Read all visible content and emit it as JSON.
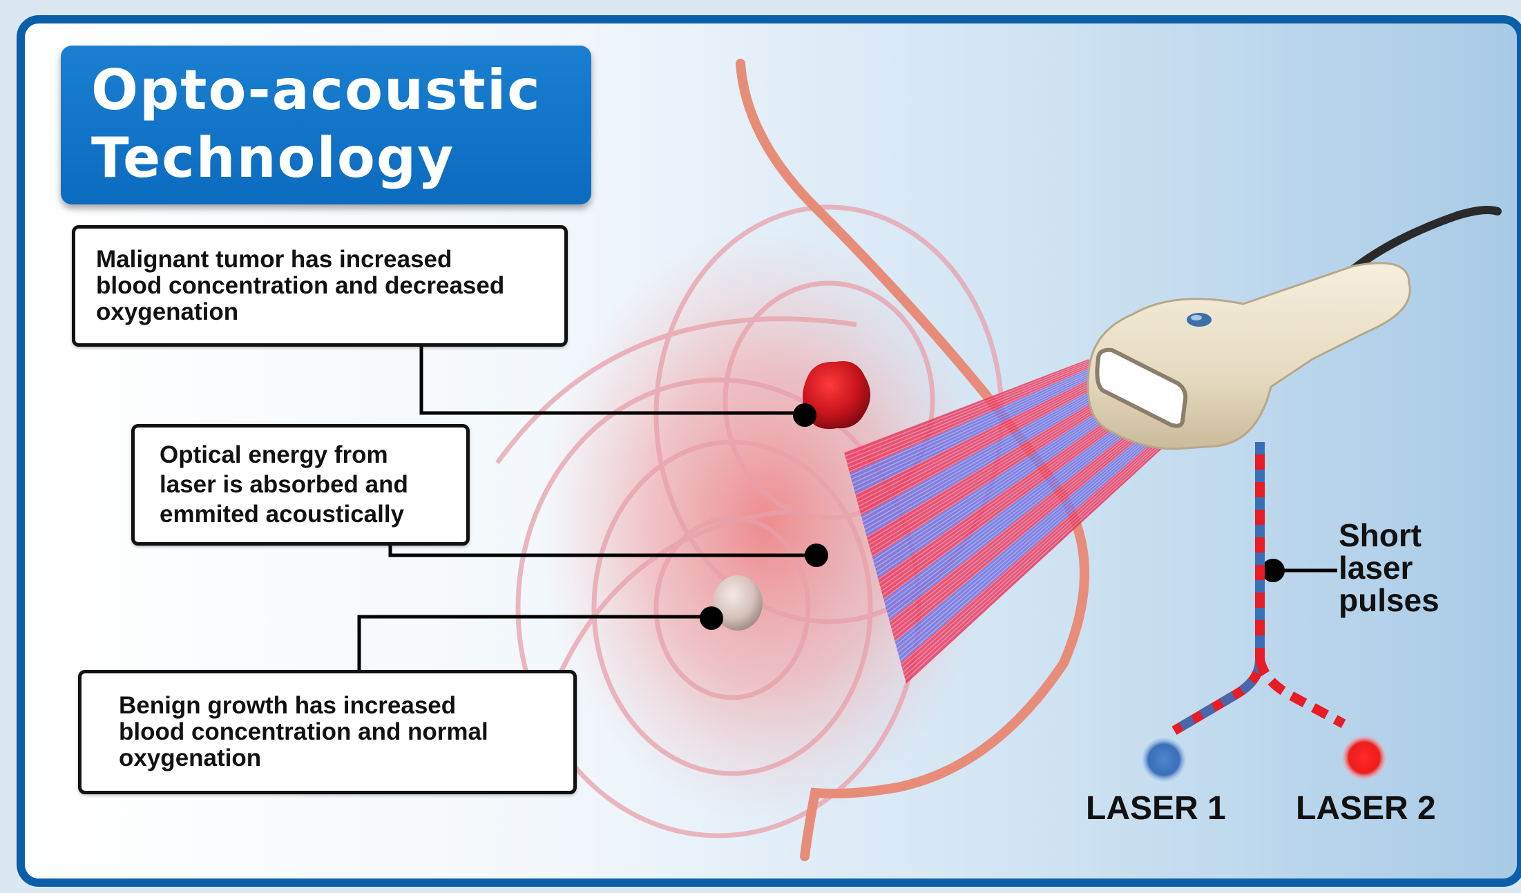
{
  "title": {
    "line1": "Opto-acoustic",
    "line2": "Technology"
  },
  "callouts": {
    "malignant": {
      "line1": "Malignant tumor has increased",
      "line2": "blood concentration and decreased",
      "line3": "oxygenation"
    },
    "optical": {
      "line1": "Optical energy from",
      "line2": "laser is absorbed and",
      "line3": "emmited acoustically"
    },
    "benign": {
      "line1": "Benign growth has increased",
      "line2": "blood concentration and normal",
      "line3": "oxygenation"
    }
  },
  "pulses": {
    "line1": "Short",
    "line2": "laser",
    "line3": "pulses"
  },
  "lasers": {
    "laser1": {
      "label": "LASER 1",
      "color": "#3a6fb8"
    },
    "laser2": {
      "label": "LASER 2",
      "color": "#ee1c1c"
    }
  },
  "colors": {
    "title_box": "#0b6bbf",
    "frame_border": "#0b5fa8",
    "breast_outline": "#e88c7a",
    "tumor_malignant": "#c8141c",
    "growth_benign": "#d9c8c2",
    "beam_red": "#e8325a",
    "beam_blue": "#6a6ae0",
    "probe": "#e9dfc6"
  },
  "icons": [
    "ultrasound-probe-icon",
    "breast-outline-icon",
    "malignant-tumor-icon",
    "benign-growth-icon",
    "laser-beam-icon"
  ]
}
